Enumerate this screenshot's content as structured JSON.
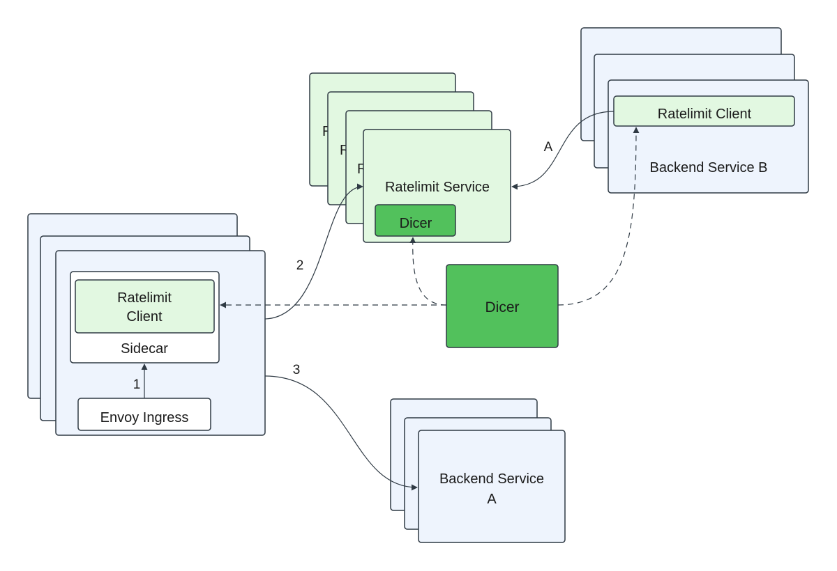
{
  "nodes": {
    "ratelimit_service": {
      "label": "Ratelimit Service",
      "ghost_label": "R",
      "dicer_label": "Dicer"
    },
    "backend_service_b": {
      "client_label": "Ratelimit Client",
      "label": "Backend Service B"
    },
    "pod": {
      "client_label_line1": "Ratelimit",
      "client_label_line2": "Client",
      "sidecar_label": "Sidecar",
      "envoy_label": "Envoy Ingress"
    },
    "dicer": {
      "label": "Dicer"
    },
    "backend_service_a": {
      "label_line1": "Backend Service",
      "label_line2": "A"
    }
  },
  "edges": {
    "step_1": "1",
    "step_2": "2",
    "step_3": "3",
    "step_a": "A"
  },
  "colors": {
    "blue_fill": "#eef4fd",
    "green_light_fill": "#e2f8e1",
    "green_dark_fill": "#52c15c",
    "stroke": "#2f3a44"
  }
}
